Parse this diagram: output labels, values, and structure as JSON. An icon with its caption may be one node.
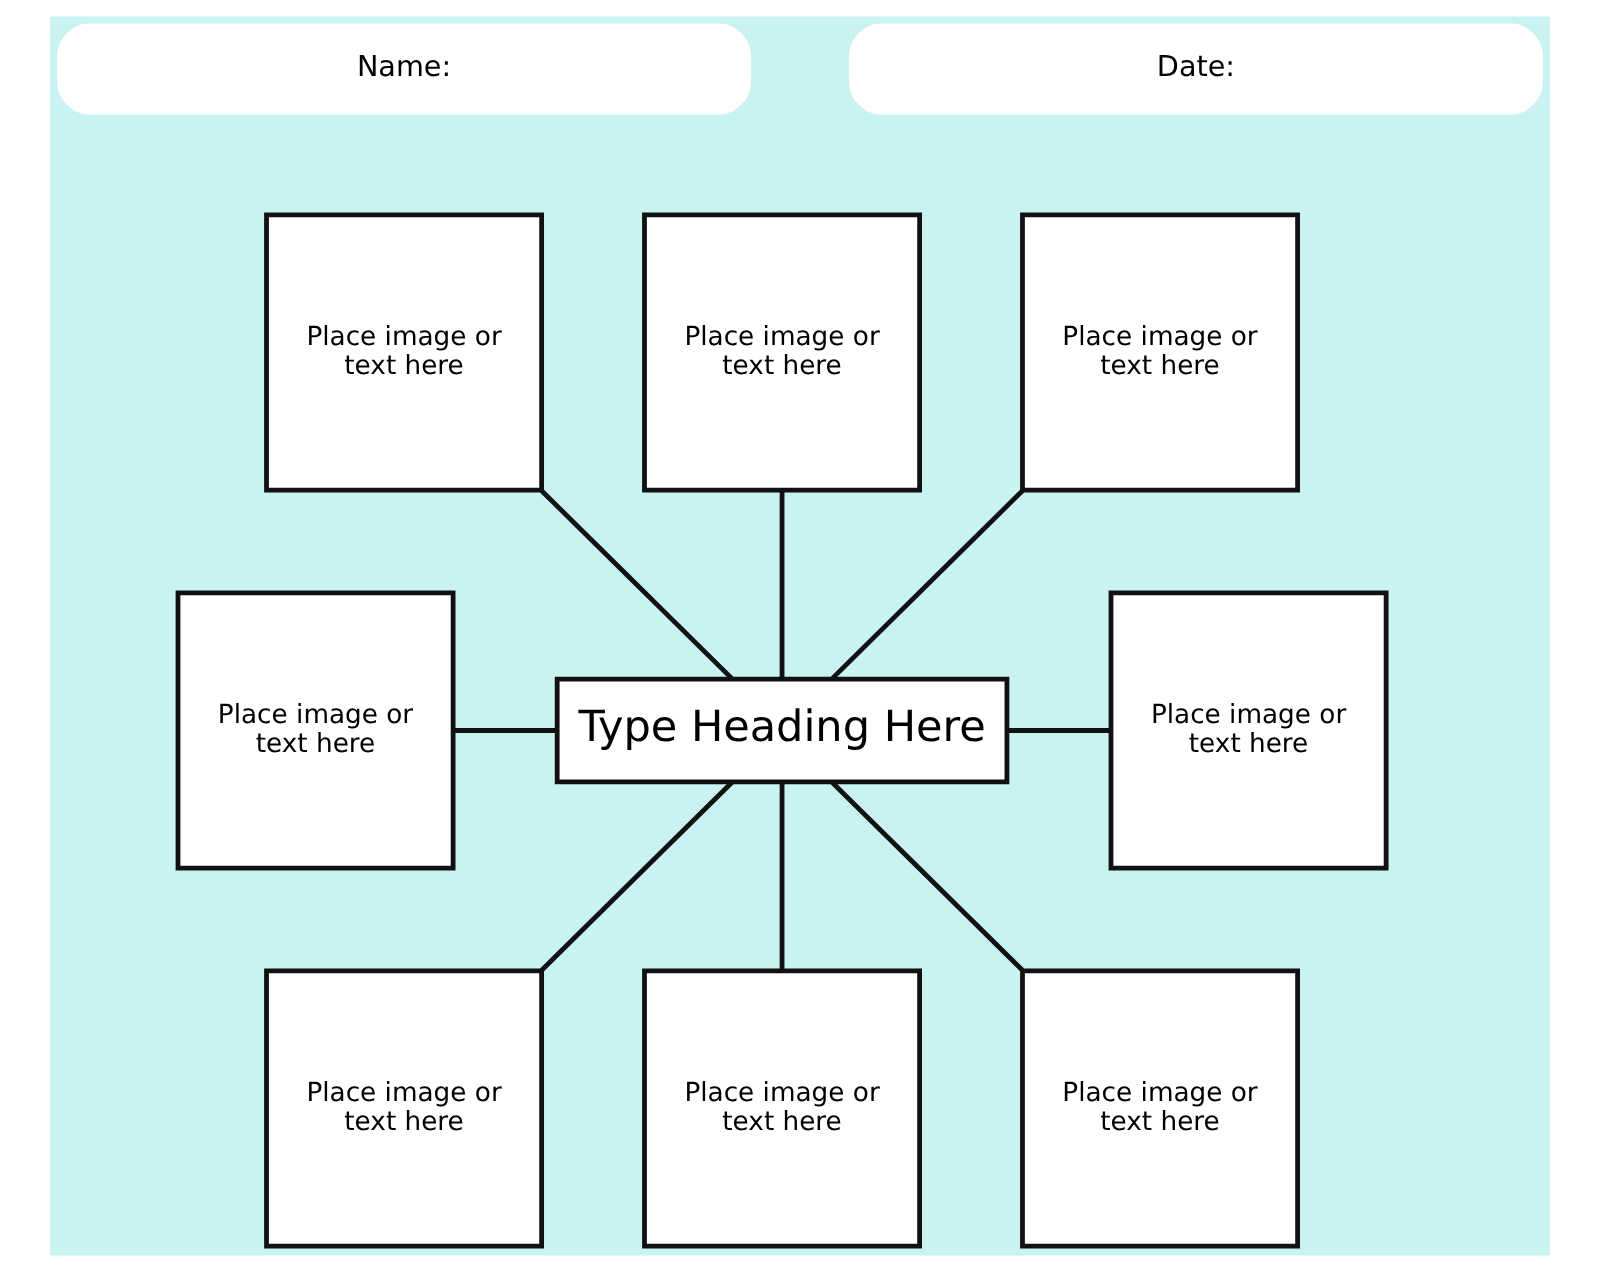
{
  "diagram": {
    "nodes": [
      {
        "text": [
          "Name:"
        ]
      },
      {
        "text": [
          "Date:"
        ]
      },
      {
        "text": [
          "Place image or text here"
        ]
      },
      {
        "text": [
          "Place image or text here"
        ]
      },
      {
        "text": [
          "Place image or text here"
        ]
      },
      {
        "text": [
          "Place image or text here"
        ]
      },
      {
        "text": [
          "Type Heading Here"
        ]
      },
      {
        "text": [
          "Place image or text here"
        ]
      },
      {
        "text": [
          "Place image or text here"
        ]
      },
      {
        "text": [
          "Place image or text here"
        ]
      },
      {
        "text": [
          "Place image or text here"
        ]
      }
    ],
    "edges": [
      {
        "from": 2,
        "to": 6,
        "arrow": "none"
      },
      {
        "from": 3,
        "to": 6,
        "arrow": "none"
      },
      {
        "from": 4,
        "to": 6,
        "arrow": "none"
      },
      {
        "from": 5,
        "to": 6,
        "arrow": "none"
      },
      {
        "from": 6,
        "to": 7,
        "arrow": "none"
      },
      {
        "from": 6,
        "to": 8,
        "arrow": "none"
      },
      {
        "from": 6,
        "to": 9,
        "arrow": "none"
      },
      {
        "from": 6,
        "to": 10,
        "arrow": "none"
      }
    ]
  }
}
